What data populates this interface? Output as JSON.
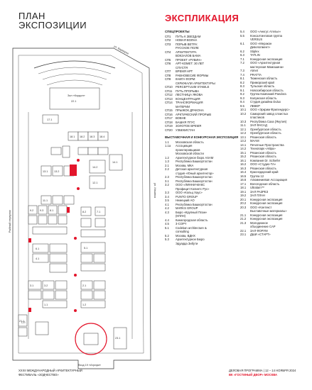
{
  "title": {
    "line1": "ПЛАН",
    "line2": "ЭКСПОЗИЦИИ"
  },
  "explication_title": "ЭКСПЛИКАЦИЯ",
  "footer": {
    "left_line1": "XXXII МЕЖДУНАРОДНЫЙ АРХИТЕКТУРНЫЙ",
    "left_line2": "ФЕСТИВАЛЬ «ЗОДЧЕСТВО»",
    "right_line1": "ДЕЛОВАЯ ПРОГРАММА | 12 – 14 НОЯБРЯ 2024",
    "right_line2": "ВК «ГОСТИНЫЙ ДВОР» МОСКВА"
  },
  "colors": {
    "accent": "#e3152b",
    "line": "#333333",
    "booth": "#ffffff"
  },
  "plan": {
    "street_top": "ул. Варварка",
    "street_left": "Рыбный переулок",
    "street_right": "ул. Ильинка",
    "stage_label": "Зал «Кордон»",
    "stage_num": "22.1",
    "entrance_label": "Вход 19 «Атриум»",
    "cinema_label": "СП",
    "booths": [
      "17.1",
      "18.1",
      "18.2",
      "18.3",
      "18.4",
      "19.1",
      "19.2",
      "20.1",
      "20.2",
      "14.1",
      "14.2",
      "13.1",
      "13.2",
      "13.3",
      "12.1",
      "12.2",
      "11.1",
      "10.1",
      "9.1",
      "9.2",
      "9.3",
      "8.1",
      "8.2",
      "8.3",
      "7.1",
      "7.2",
      "7.3",
      "7.4",
      "7.5",
      "6.1",
      "6.2",
      "5.1",
      "5.2",
      "4.1",
      "4.2",
      "4.3",
      "3.1",
      "3.2",
      "3.3",
      "2.1",
      "2.2",
      "2.3",
      "1.1",
      "1.2",
      "1.3",
      "21.1",
      "21.2",
      "23.1",
      "23.2",
      "24.1",
      "25.1",
      "СП16",
      "СП17",
      "СП18"
    ]
  },
  "left_sections": [
    {
      "heading": "СПЕЦПРОЕКТЫ",
      "items": [
        [
          "СП1",
          "ПУТЬ К ЗВЕЗДАМ"
        ],
        [
          "СП2",
          "НОВАЯ ВОЛНА"
        ],
        [
          "СП3",
          "ПОРЫВ ВЕТРА:"
        ],
        [
          "",
          "РУССКОЕ ПОЛЕ"
        ],
        [
          "СП4",
          "АРХИТЕКТУРА"
        ],
        [
          "",
          "ВОКЗАЛОВ БАМА"
        ],
        [
          "СП5",
          "ПРОЕКТ «РУБИН»"
        ],
        [
          "СП6",
          "АРТ-КОМЕТ: 30 ЛЕТ"
        ],
        [
          "",
          "СПУСТЯ"
        ],
        [
          "СП7",
          "ВРЕМЯ НРТ"
        ],
        [
          "СП8",
          "РАВНОВЕСИЕ ФОРМЫ"
        ],
        [
          "СП9",
          "КНИГА ФОРМ:"
        ],
        [
          "",
          "СКРИЖАЛИ АРХИТЕКТУРЫ"
        ],
        [
          "СП10",
          "PERCEPTUUM STABILE"
        ],
        [
          "СП11",
          "ПУТЬ ПРОРЫВА"
        ],
        [
          "СП12",
          "ЛЕСТНИЦА ЯКОВА"
        ],
        [
          "СП13",
          "КОНЦЕНТРАЦИЯ"
        ],
        [
          "СП14",
          "ТРАНСФОРМАЦИЯ"
        ],
        [
          "",
          "МАТЕРИИ"
        ],
        [
          "СП15",
          "ПРЫЖОК ДРАКОНА"
        ],
        [
          "СП16",
          "АРКТИЧЕСКИЙ ПРОРЫВ"
        ],
        [
          "СП17",
          "ВОВНЕ"
        ],
        [
          "СП18",
          "БАШНЯ ПГУС"
        ],
        [
          "СП19",
          "ЗОЛОТОЕ ВРЕМЯ"
        ],
        [
          "СП20",
          "УЗБЕКИСТАН"
        ]
      ]
    },
    {
      "heading": "ВЫСТАВОЧНАЯ И КОНКУРСНАЯ ЭКСПОЗИЦИЯ",
      "items": [
        [
          "1.1",
          "Московская область"
        ],
        [
          "1.1а",
          "Ассоциация"
        ],
        [
          "",
          "проектировщиков"
        ],
        [
          "",
          "Московской области"
        ],
        [
          "1.2",
          "Архитектурное бюро ASAM"
        ],
        [
          "1.3",
          "Республика Башкортостан"
        ],
        [
          "2.1",
          "Москва, МКА"
        ],
        [
          "2.2",
          "Детская архитектурная"
        ],
        [
          "",
          "студия «Юный архитектор»"
        ],
        [
          "2.3",
          "Республика Башкортостан"
        ],
        [
          "3.1",
          "Республика Башкортостан"
        ],
        [
          "3.2",
          "ООО «ЛИННИ-МАКС"
        ],
        [
          "",
          "Профицит Колинтс Рус»"
        ],
        [
          "3.3",
          "ООО «Кольц Хаус»"
        ],
        [
          "3.4",
          "PUNTO GROUP"
        ],
        [
          "3.5",
          "Немецкий АО"
        ],
        [
          "4.1",
          "Республика Башкортостан"
        ],
        [
          "4.2",
          "MARKS GROUP"
        ],
        [
          "4.3",
          "Бюро «Крупный План»"
        ],
        [
          "",
          "(КПЛН)"
        ],
        [
          "4.4",
          "Кинагородская область"
        ],
        [
          "4.5",
          "3-COPY"
        ],
        [
          "5.1",
          "Сodekan architecture &"
        ],
        [
          "",
          "consulting"
        ],
        [
          "5.2",
          "Москва, ВДНХ"
        ],
        [
          "5.3",
          "Архитектурное Бюро"
        ],
        [
          "",
          "Эдуарда Зибути"
        ]
      ]
    }
  ],
  "right_items": [
    [
      "5.4",
      "ООО «Анкгус Ателье»"
    ],
    [
      "5.5",
      "Консалтинговая группа"
    ],
    [
      "",
      "VERSUS"
    ],
    [
      "6.1",
      "ООО «Меракон"
    ],
    [
      "",
      "Девелопмент»"
    ],
    [
      "6.2",
      "Stiplex"
    ],
    [
      "6.3",
      "TATLIN"
    ],
    [
      "7.1",
      "Конкурсная экспозиция"
    ],
    [
      "7.2",
      "ООО «Архитектурная"
    ],
    [
      "",
      "мастерская Мамошина»"
    ],
    [
      "7.3",
      "Atmet"
    ],
    [
      "7.4",
      "PRATTA"
    ],
    [
      "8.1",
      "Тюменская область"
    ],
    [
      "8.2",
      "Приморский край"
    ],
    [
      "8.3",
      "Тульская область"
    ],
    [
      "9.1",
      "Новосибирская область"
    ],
    [
      "9.2",
      "Группа Компаний Pandora"
    ],
    [
      "9.3",
      "Калужская область"
    ],
    [
      "9.4",
      "Студия дизайна Dulux"
    ],
    [
      "9.5",
      "ЛЕВЕР"
    ],
    [
      "10.1",
      "ООО «Эркрим Фрилендерс»"
    ],
    [
      "10.2",
      "Самарский завод слоистых"
    ],
    [
      "",
      "пластиков"
    ],
    [
      "10.3",
      "Республика Саха (Якутия)"
    ],
    [
      "11.1",
      "ЗАЛ ФАСАД"
    ],
    [
      "12.1",
      "Оренбургская область"
    ],
    [
      "12.2",
      "Оренбургская область"
    ],
    [
      "13.1",
      "Рязанская область"
    ],
    [
      "13.2",
      "МААМ"
    ],
    [
      "14.1",
      "Печатные Пространства"
    ],
    [
      "14.2",
      "Технопарк «Айра»"
    ],
    [
      "15.1",
      "Рязанская область"
    ],
    [
      "15.2",
      "Рязанская область"
    ],
    [
      "16.1",
      "Компания Dr. Schiefer"
    ],
    [
      "16.2",
      "ООО «Студио-ТА»"
    ],
    [
      "16.3",
      "Рязанская область"
    ],
    [
      "16.4",
      "Краснодарский край"
    ],
    [
      "16.5",
      "Группа 12"
    ],
    [
      "16.6",
      "Алюминиевая Ассоциация"
    ],
    [
      "17.1",
      "Вологодская область"
    ],
    [
      "18.1",
      "Ultralam™"
    ],
    [
      "19.1",
      "ЗАЛ РАЗРЕЗ"
    ],
    [
      "19.2",
      "ЗАЛ ПЛАН"
    ],
    [
      "20.1",
      "Конкурсная экспозиция"
    ],
    [
      "20.2",
      "Конкурсная экспозиция"
    ],
    [
      "20.3",
      "ООО «Контекст"
    ],
    [
      "",
      "Выставочные материалы»"
    ],
    [
      "21.1",
      "Конкурсная экспозиция"
    ],
    [
      "21.2",
      "Конкурсная экспозиция"
    ],
    [
      "21.3",
      "Молодежное"
    ],
    [
      "",
      "объединение САР"
    ],
    [
      "22.1",
      "ЗАЛ ФОРУМ"
    ],
    [
      "23.1",
      "ДШИ «СТАРТ»"
    ]
  ]
}
